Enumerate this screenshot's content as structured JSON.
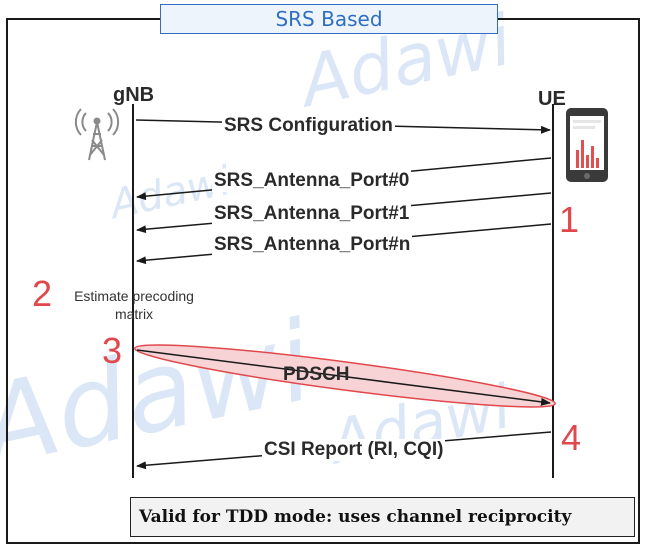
{
  "title": "SRS Based",
  "watermark": "Adawi",
  "entities": {
    "left": "gNB",
    "right": "UE"
  },
  "messages": [
    {
      "label": "SRS Configuration",
      "direction": "gNB-to-UE"
    },
    {
      "label": "SRS_Antenna_Port#0",
      "direction": "UE-to-gNB"
    },
    {
      "label": "SRS_Antenna_Port#1",
      "direction": "UE-to-gNB"
    },
    {
      "label": "SRS_Antenna_Port#n",
      "direction": "UE-to-gNB"
    },
    {
      "label": "PDSCH",
      "direction": "gNB-to-UE"
    },
    {
      "label": "CSI Report (RI, CQI)",
      "direction": "UE-to-gNB"
    }
  ],
  "steps": [
    {
      "number": "1"
    },
    {
      "number": "2",
      "note": "Estimate precoding matrix"
    },
    {
      "number": "3"
    },
    {
      "number": "4"
    }
  ],
  "footer": "Valid for TDD mode: uses channel reciprocity",
  "icons": {
    "gnb": "antenna-tower-icon",
    "ue": "smartphone-icon"
  },
  "colors": {
    "accent": "#2f6ec2",
    "step_number": "#e0484c",
    "pdsch_ellipse": "#f8d3d6"
  }
}
